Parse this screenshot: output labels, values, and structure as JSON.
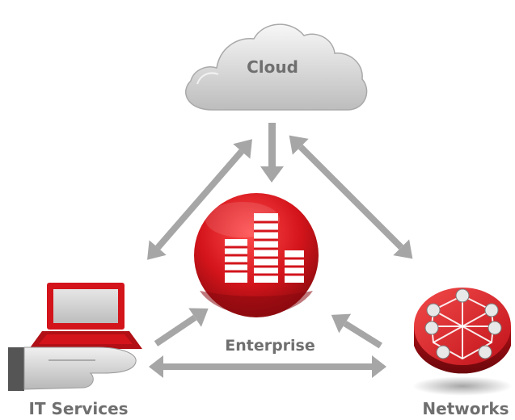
{
  "nodes": {
    "cloud": {
      "label": "Cloud"
    },
    "enterprise": {
      "label": "Enterprise"
    },
    "it_services": {
      "label": "IT Services"
    },
    "networks": {
      "label": "Networks"
    }
  },
  "colors": {
    "accent_red": "#d3141b",
    "arrow_gray": "#a6a6a6",
    "label_gray": "#6f6f6f",
    "cloud_gray": "#d9d9d9"
  },
  "connections": [
    {
      "from": "cloud",
      "to": "enterprise",
      "direction": "one-way"
    },
    {
      "from": "cloud",
      "to": "it_services",
      "direction": "two-way"
    },
    {
      "from": "cloud",
      "to": "networks",
      "direction": "two-way"
    },
    {
      "from": "it_services",
      "to": "enterprise",
      "direction": "one-way"
    },
    {
      "from": "networks",
      "to": "enterprise",
      "direction": "one-way"
    },
    {
      "from": "it_services",
      "to": "networks",
      "direction": "two-way"
    }
  ]
}
